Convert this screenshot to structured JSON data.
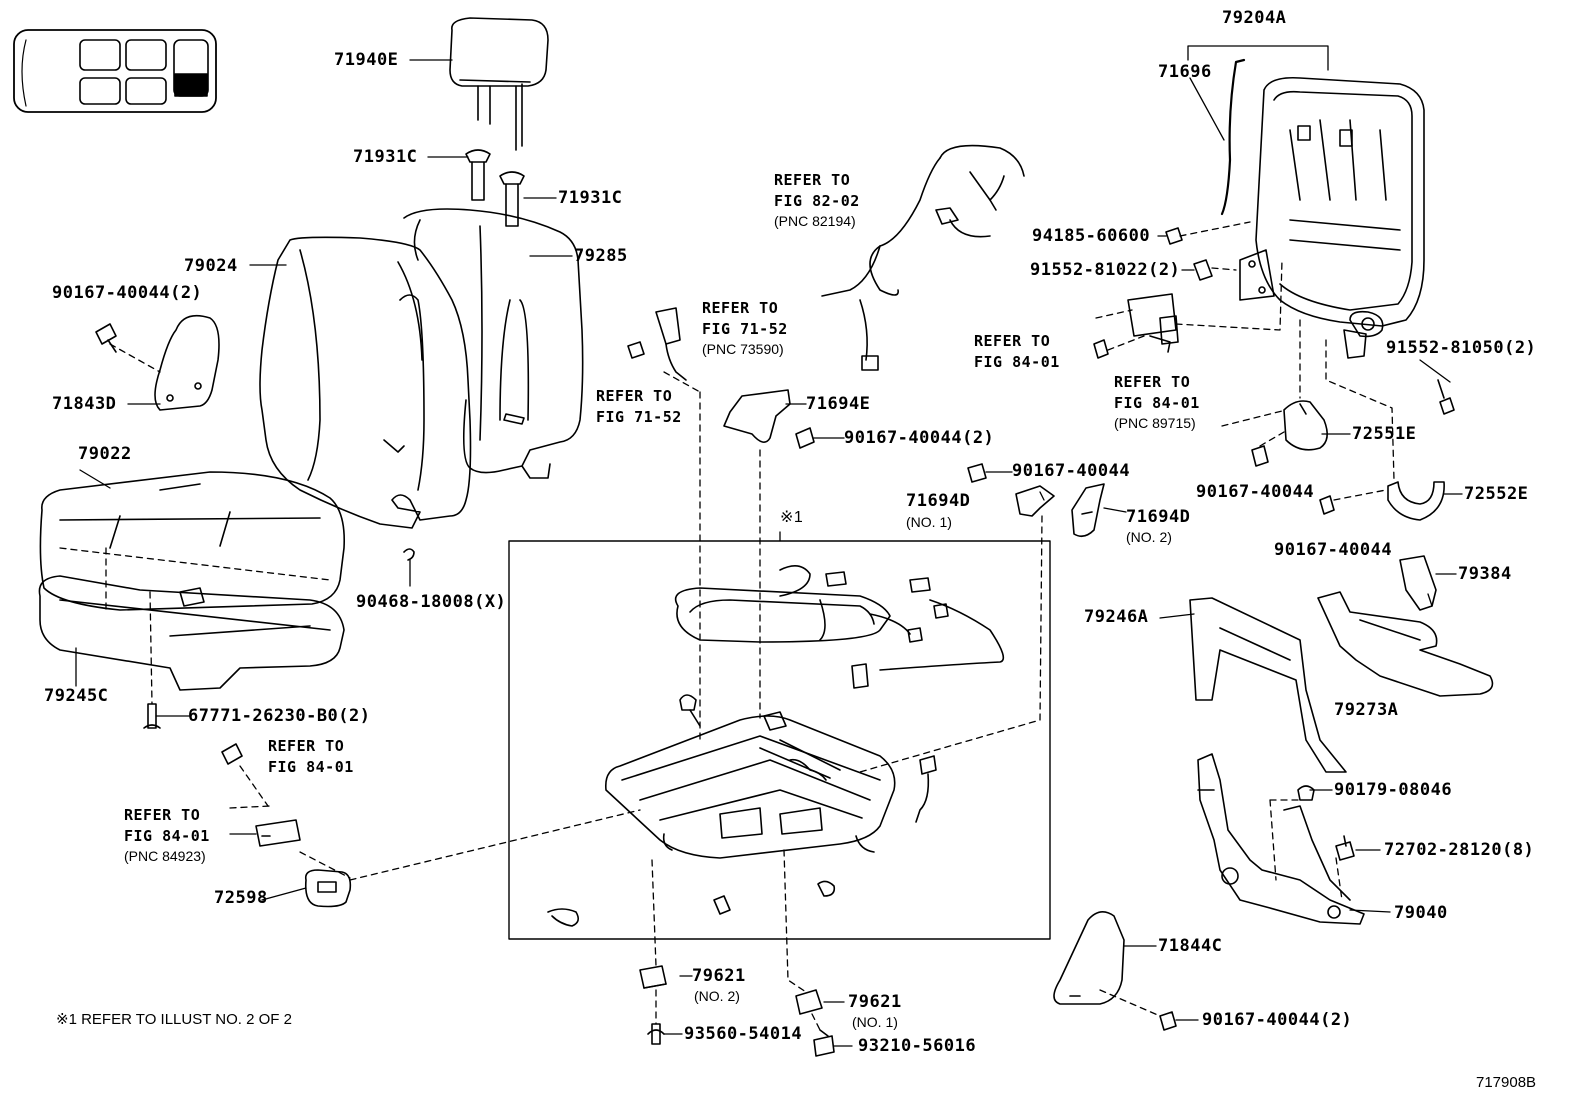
{
  "figure_id": "717908B",
  "footnote": "※1 REFER TO ILLUST NO. 2 OF 2",
  "callout_marker": "※1",
  "labels": {
    "p71940E": "71940E",
    "p71931C_a": "71931C",
    "p71931C_b": "71931C",
    "p79024": "79024",
    "p79285": "79285",
    "p90167_40044_2_left": "90167-40044(2)",
    "p71843D": "71843D",
    "p79022": "79022",
    "p79245C": "79245C",
    "p90468": "90468-18008(X)",
    "p67771": "67771-26230-B0(2)",
    "p72598": "72598",
    "p71694E": "71694E",
    "p90167_40044_2_mid": "90167-40044(2)",
    "p90167_40044_mid": "90167-40044",
    "p71694D_1": "71694D",
    "p71694D_1_sub": "(NO. 1)",
    "p71694D_2": "71694D",
    "p71694D_2_sub": "(NO. 2)",
    "p79621_2": "79621",
    "p79621_2_sub": "(NO. 2)",
    "p79621_1": "79621",
    "p79621_1_sub": "(NO. 1)",
    "p93560": "93560-54014",
    "p93210": "93210-56016",
    "p79204A": "79204A",
    "p71696": "71696",
    "p94185": "94185-60600",
    "p91552_81022": "91552-81022(2)",
    "p91552_81050": "91552-81050(2)",
    "p72551E": "72551E",
    "p90167_right_a": "90167-40044",
    "p72552E": "72552E",
    "p90167_right_b": "90167-40044",
    "p79384": "79384",
    "p79246A": "79246A",
    "p79273A": "79273A",
    "p90179": "90179-08046",
    "p72702": "72702-28120(8)",
    "p79040": "79040",
    "p71844C": "71844C",
    "p90167_bottom": "90167-40044(2)"
  },
  "references": {
    "r82_02": {
      "line1": "REFER TO",
      "line2": "FIG 82-02",
      "pnc": "(PNC 82194)"
    },
    "r71_52_a": {
      "line1": "REFER TO",
      "line2": "FIG 71-52",
      "pnc": "(PNC 73590)"
    },
    "r71_52_b": {
      "line1": "REFER TO",
      "line2": "FIG 71-52"
    },
    "r84_01_a": {
      "line1": "REFER TO",
      "line2": "FIG 84-01"
    },
    "r84_01_b": {
      "line1": "REFER TO",
      "line2": "FIG 84-01",
      "pnc": "(PNC 89715)"
    },
    "r84_01_c": {
      "line1": "REFER TO",
      "line2": "FIG 84-01"
    },
    "r84_01_d": {
      "line1": "REFER TO",
      "line2": "FIG 84-01",
      "pnc": "(PNC 84923)"
    }
  }
}
